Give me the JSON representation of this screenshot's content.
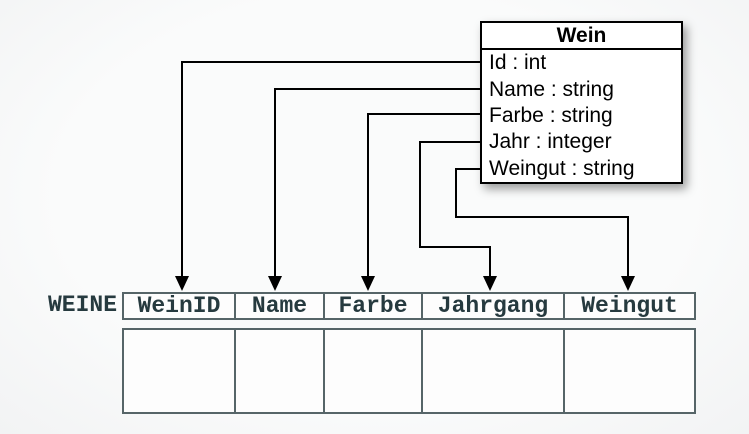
{
  "class_box": {
    "title": "Wein",
    "attributes": [
      "Id : int",
      "Name : string",
      "Farbe : string",
      "Jahr : integer",
      "Weingut : string"
    ]
  },
  "table": {
    "label": "WEINE",
    "columns": [
      "WeinID",
      "Name",
      "Farbe",
      "Jahrgang",
      "Weingut"
    ],
    "rows": [
      [
        "",
        "",
        "",
        "",
        ""
      ]
    ]
  },
  "mappings": [
    {
      "from": "Id",
      "to": "WeinID"
    },
    {
      "from": "Name",
      "to": "Name"
    },
    {
      "from": "Farbe",
      "to": "Farbe"
    },
    {
      "from": "Jahr",
      "to": "Jahrgang"
    },
    {
      "from": "Weingut",
      "to": "Weingut"
    }
  ],
  "colors": {
    "background": "#f7f8f9",
    "connector": "#000000",
    "box_border": "#000000",
    "box_text": "#000000",
    "table_text": "#263a3f",
    "table_border": "#566568"
  }
}
